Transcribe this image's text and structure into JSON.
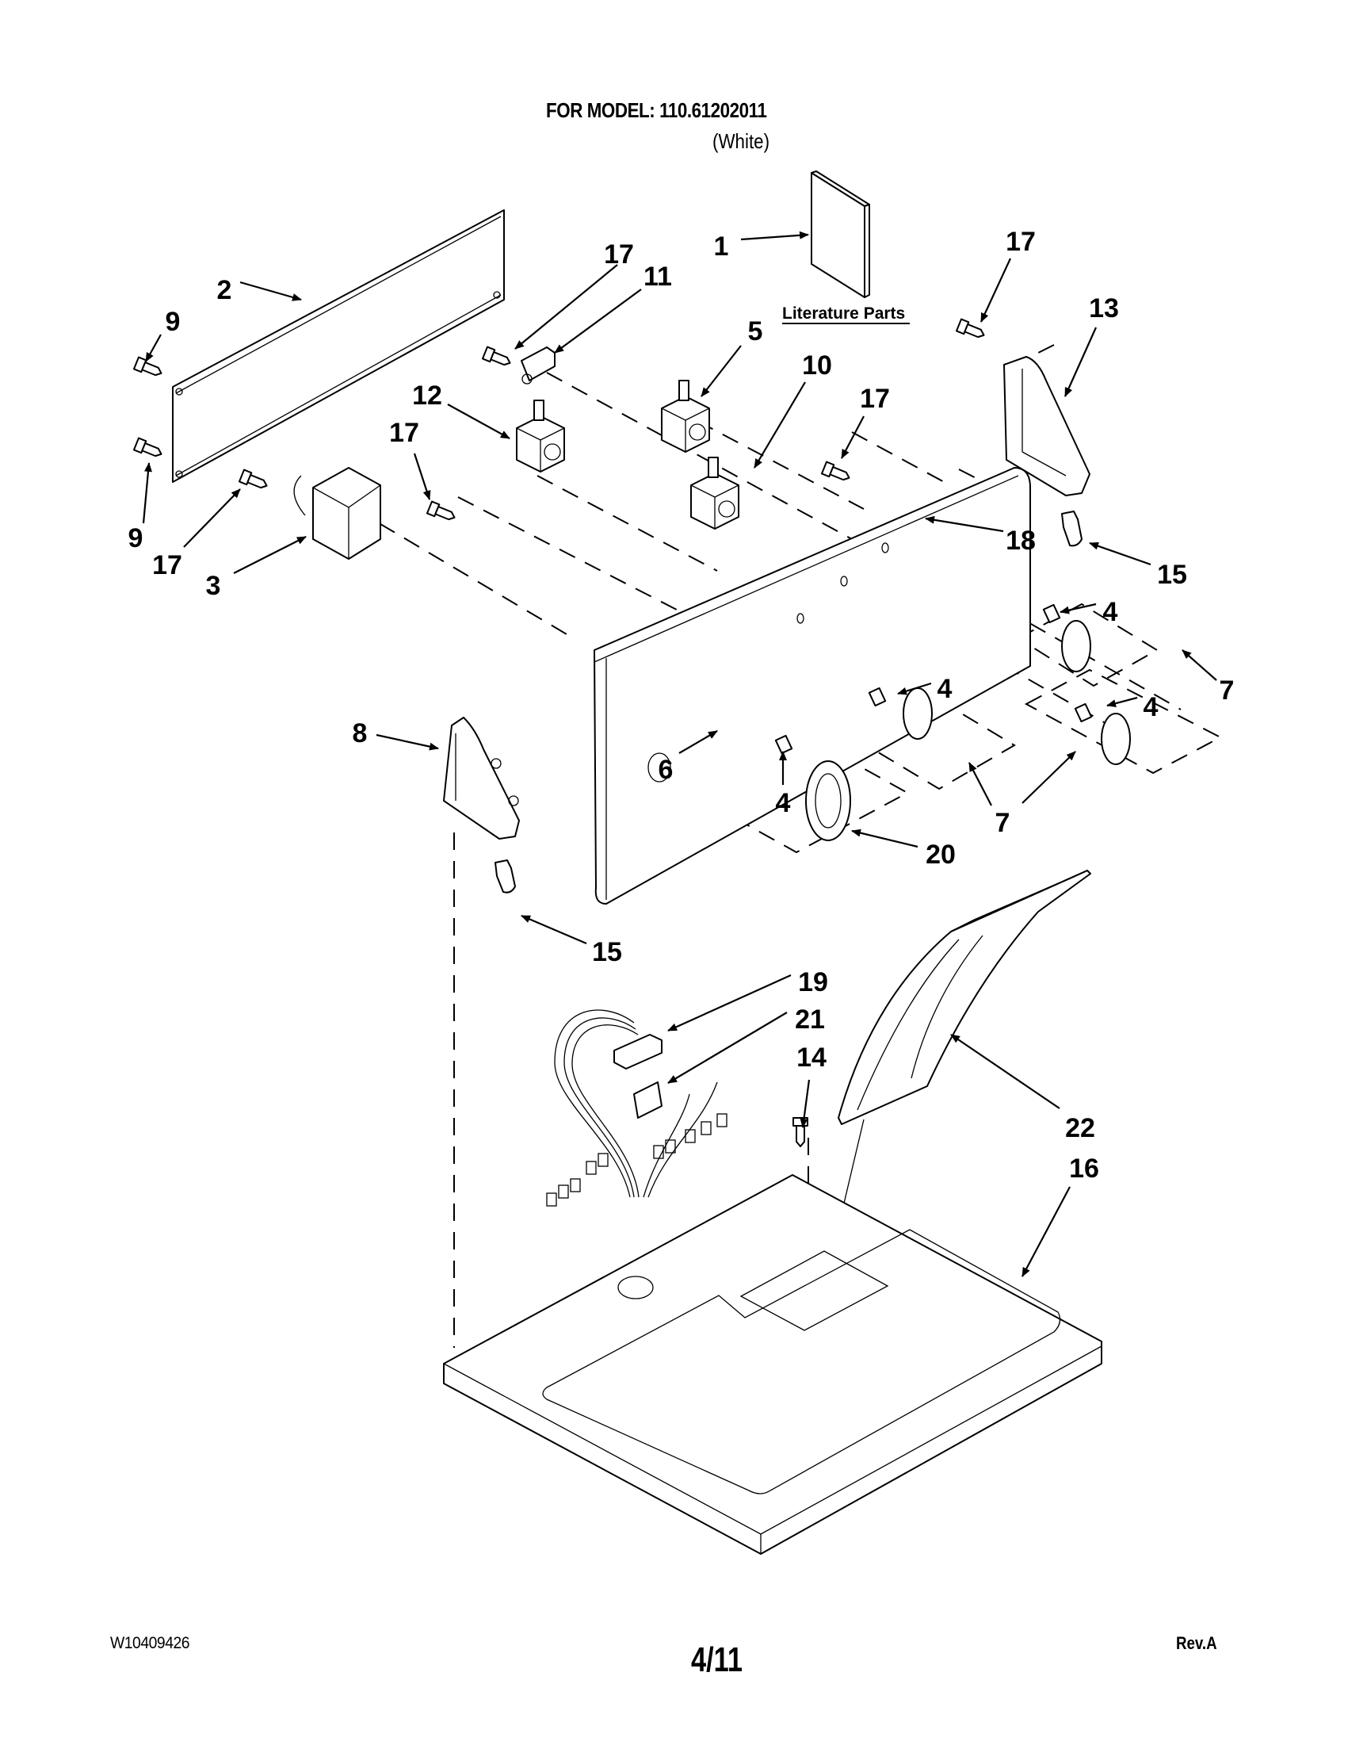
{
  "header": {
    "model_line": "FOR MODEL: 110.61202011",
    "color_line": "(White)"
  },
  "literature": {
    "label": "Literature Parts"
  },
  "callouts": [
    {
      "id": "c1",
      "text": "1"
    },
    {
      "id": "c2",
      "text": "2"
    },
    {
      "id": "c9a",
      "text": "9"
    },
    {
      "id": "c9b",
      "text": "9"
    },
    {
      "id": "c17a",
      "text": "17"
    },
    {
      "id": "c3",
      "text": "3"
    },
    {
      "id": "c17b",
      "text": "17"
    },
    {
      "id": "c12",
      "text": "12"
    },
    {
      "id": "c17c",
      "text": "17"
    },
    {
      "id": "c11",
      "text": "11"
    },
    {
      "id": "c5",
      "text": "5"
    },
    {
      "id": "c10",
      "text": "10"
    },
    {
      "id": "c17d",
      "text": "17"
    },
    {
      "id": "c17e",
      "text": "17"
    },
    {
      "id": "c13",
      "text": "13"
    },
    {
      "id": "c18",
      "text": "18"
    },
    {
      "id": "c15a",
      "text": "15"
    },
    {
      "id": "c4a",
      "text": "4"
    },
    {
      "id": "c7a",
      "text": "7"
    },
    {
      "id": "c4b",
      "text": "4"
    },
    {
      "id": "c4c",
      "text": "4"
    },
    {
      "id": "c6",
      "text": "6"
    },
    {
      "id": "c4d",
      "text": "4"
    },
    {
      "id": "c7b",
      "text": "7"
    },
    {
      "id": "c20",
      "text": "20"
    },
    {
      "id": "c8",
      "text": "8"
    },
    {
      "id": "c15b",
      "text": "15"
    },
    {
      "id": "c19",
      "text": "19"
    },
    {
      "id": "c21",
      "text": "21"
    },
    {
      "id": "c14",
      "text": "14"
    },
    {
      "id": "c22",
      "text": "22"
    },
    {
      "id": "c16",
      "text": "16"
    }
  ],
  "footer": {
    "doc_number": "W10409426",
    "page": "4/11",
    "revision": "Rev.A"
  }
}
